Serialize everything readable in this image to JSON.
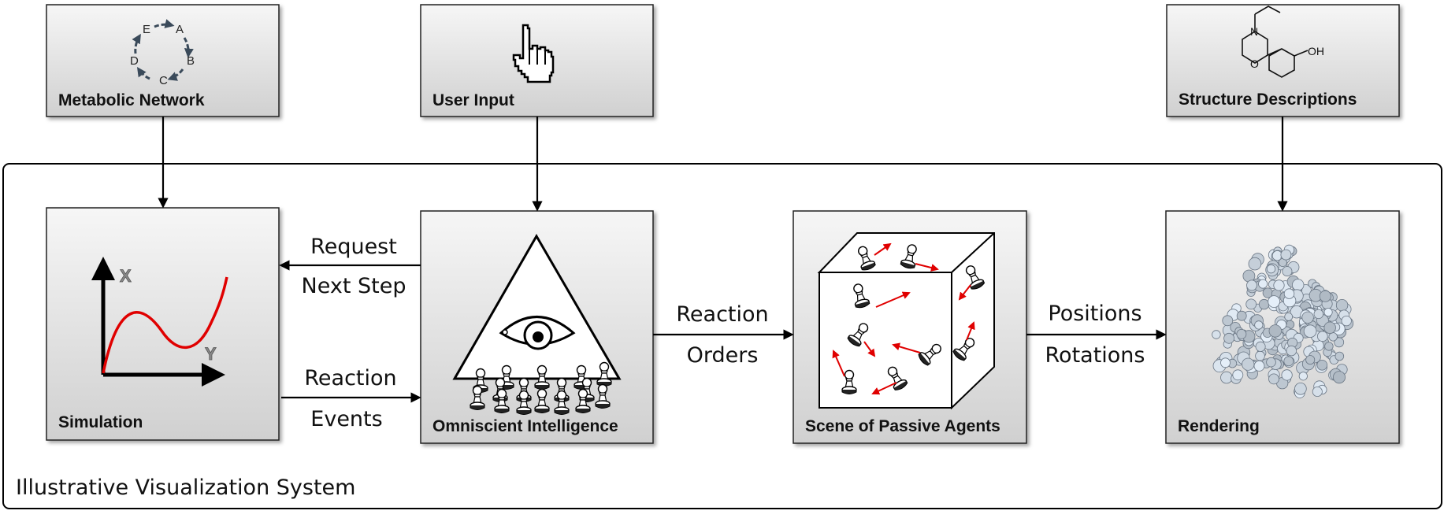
{
  "system": {
    "label": "Illustrative Visualization System"
  },
  "inputs": {
    "metabolic_network": {
      "title": "Metabolic Network",
      "cycle_letters": [
        "A",
        "B",
        "C",
        "D",
        "E"
      ]
    },
    "user_input": {
      "title": "User Input"
    },
    "structure_descriptions": {
      "title": "Structure Descriptions",
      "atoms": {
        "n": "N",
        "o": "O",
        "oh": "OH"
      }
    }
  },
  "modules": {
    "simulation": {
      "title": "Simulation",
      "axis_x": "X",
      "axis_y": "Y"
    },
    "omniscient_intelligence": {
      "title": "Omniscient Intelligence"
    },
    "scene": {
      "title": "Scene of Passive Agents"
    },
    "rendering": {
      "title": "Rendering"
    }
  },
  "edges": {
    "request_next_step": [
      "Request",
      "Next Step"
    ],
    "reaction_events": [
      "Reaction",
      "Events"
    ],
    "reaction_orders": [
      "Reaction",
      "Orders"
    ],
    "positions_rotations": [
      "Positions",
      "Rotations"
    ]
  },
  "colors": {
    "box_top": "#f5f5f5",
    "box_bottom": "#d2d2d2",
    "arrow": "#000000",
    "curve": "#e00000",
    "agent_arrow": "#e00000",
    "protein": "#c8d4e0"
  }
}
